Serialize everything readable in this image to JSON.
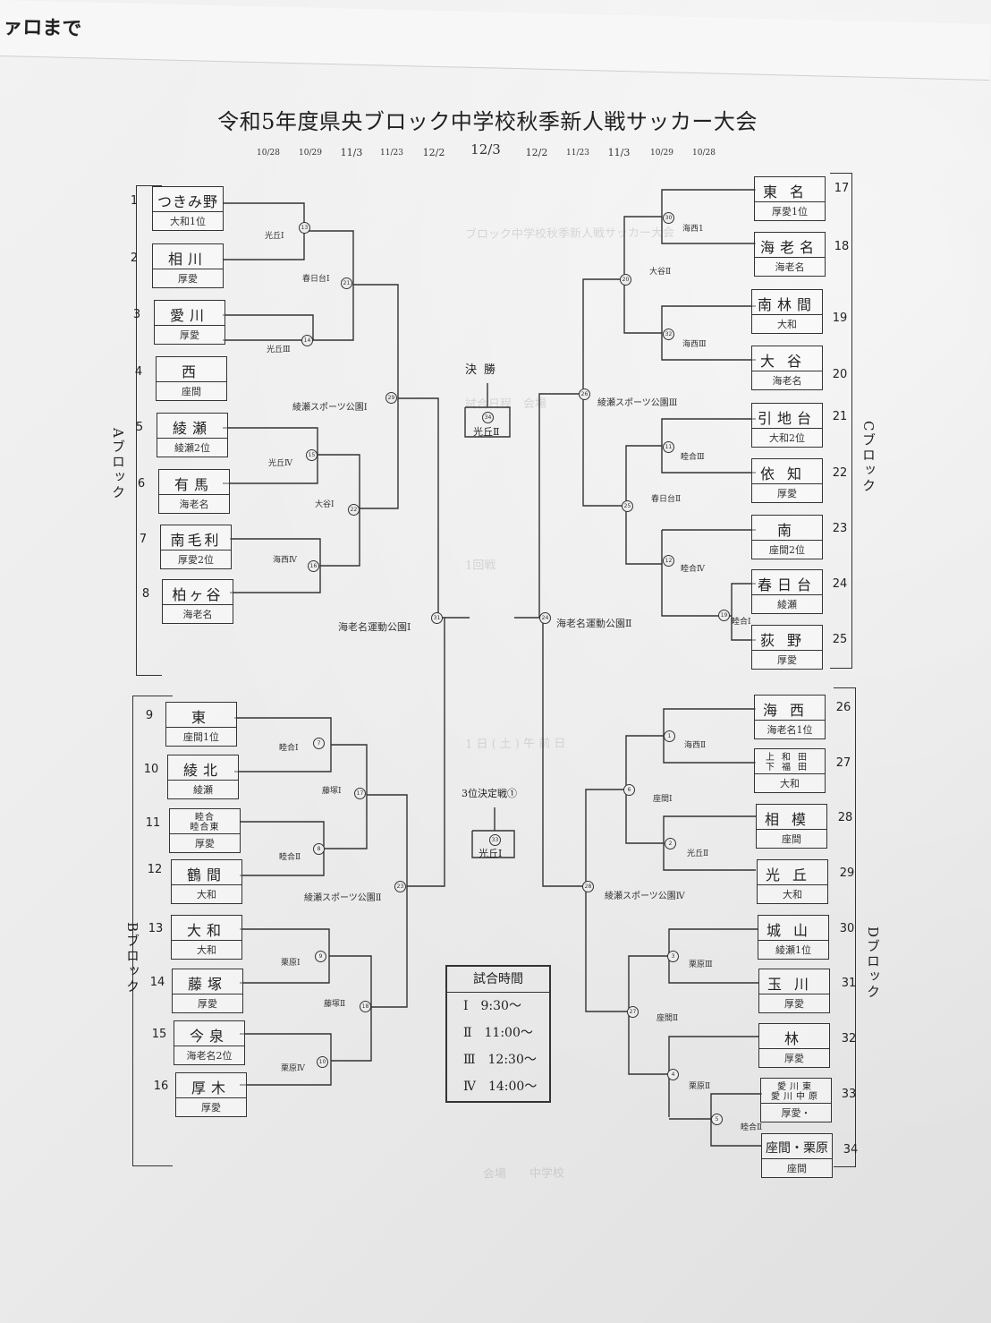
{
  "behind_sheet_text": "ァロまで",
  "title": "令和5年度県央ブロック中学校秋季新人戦サッカー大会",
  "dates": [
    "10/28",
    "10/29",
    "11/3",
    "11/23",
    "12/2",
    "12/3",
    "12/2",
    "11/23",
    "11/3",
    "10/29",
    "10/28"
  ],
  "blocks": {
    "A": "Aブロック",
    "B": "Bブロック",
    "C": "Cブロック",
    "D": "Dブロック"
  },
  "teams": [
    {
      "no": "1",
      "name": "つきみ野",
      "sub": "大和1位"
    },
    {
      "no": "2",
      "name": "相川",
      "sub": "厚愛"
    },
    {
      "no": "3",
      "name": "愛川",
      "sub": "厚愛"
    },
    {
      "no": "4",
      "name": "西",
      "sub": "座間"
    },
    {
      "no": "5",
      "name": "綾瀬",
      "sub": "綾瀬2位"
    },
    {
      "no": "6",
      "name": "有馬",
      "sub": "海老名"
    },
    {
      "no": "7",
      "name": "南毛利",
      "sub": "厚愛2位"
    },
    {
      "no": "8",
      "name": "柏ヶ谷",
      "sub": "海老名"
    },
    {
      "no": "9",
      "name": "東",
      "sub": "座間1位"
    },
    {
      "no": "10",
      "name": "綾北",
      "sub": "綾瀬"
    },
    {
      "no": "11",
      "name": "睦合\n睦合東",
      "sub": "厚愛"
    },
    {
      "no": "12",
      "name": "鶴間",
      "sub": "大和"
    },
    {
      "no": "13",
      "name": "大和",
      "sub": "大和"
    },
    {
      "no": "14",
      "name": "藤塚",
      "sub": "厚愛"
    },
    {
      "no": "15",
      "name": "今泉",
      "sub": "海老名2位"
    },
    {
      "no": "16",
      "name": "厚木",
      "sub": "厚愛"
    },
    {
      "no": "17",
      "name": "東名",
      "sub": "厚愛1位"
    },
    {
      "no": "18",
      "name": "海老名",
      "sub": "海老名"
    },
    {
      "no": "19",
      "name": "南林間",
      "sub": "大和"
    },
    {
      "no": "20",
      "name": "大谷",
      "sub": "海老名"
    },
    {
      "no": "21",
      "name": "引地台",
      "sub": "大和2位"
    },
    {
      "no": "22",
      "name": "依知",
      "sub": "厚愛"
    },
    {
      "no": "23",
      "name": "南",
      "sub": "座間2位"
    },
    {
      "no": "24",
      "name": "春日台",
      "sub": "綾瀬"
    },
    {
      "no": "25",
      "name": "荻野",
      "sub": "厚愛"
    },
    {
      "no": "26",
      "name": "海西",
      "sub": "海老名1位"
    },
    {
      "no": "27",
      "name": "上和田\n下福田",
      "sub": "大和"
    },
    {
      "no": "28",
      "name": "相模",
      "sub": "座間"
    },
    {
      "no": "29",
      "name": "光丘",
      "sub": "大和"
    },
    {
      "no": "30",
      "name": "城山",
      "sub": "綾瀬1位"
    },
    {
      "no": "31",
      "name": "玉川",
      "sub": "厚愛"
    },
    {
      "no": "32",
      "name": "林",
      "sub": "厚愛"
    },
    {
      "no": "33",
      "name": "愛川東\n愛川中原",
      "sub": "厚愛・"
    },
    {
      "no": "34",
      "name": "座間・栗原",
      "sub": "座間"
    }
  ],
  "venues": {
    "left": [
      "光丘Ⅰ",
      "光丘Ⅲ",
      "光丘Ⅳ",
      "海西Ⅳ",
      "春日台Ⅰ",
      "大谷Ⅰ",
      "綾瀬スポーツ公園Ⅰ",
      "海老名運動公園Ⅰ",
      "睦合Ⅰ",
      "睦合Ⅱ",
      "栗原Ⅰ",
      "栗原Ⅳ",
      "藤塚Ⅰ",
      "藤塚Ⅱ",
      "綾瀬スポーツ公園Ⅱ"
    ],
    "right": [
      "海西1",
      "海西Ⅲ",
      "睦合Ⅲ",
      "睦合Ⅳ",
      "睦合Ⅰ",
      "大谷Ⅱ",
      "春日台Ⅱ",
      "綾瀬スポーツ公園Ⅲ",
      "海老名運動公園Ⅱ",
      "海西Ⅱ",
      "光丘Ⅱ",
      "栗原Ⅲ",
      "栗原Ⅱ",
      "座間Ⅰ",
      "座間Ⅱ",
      "睦合Ⅱ",
      "綾瀬スポーツ公園Ⅳ"
    ]
  },
  "final": {
    "label": "決勝",
    "game": "34",
    "venue": "光丘Ⅱ"
  },
  "third_place": {
    "label": "3位決定戦①",
    "game": "33",
    "venue": "光丘Ⅰ"
  },
  "schedule": {
    "header": "試合時間",
    "rows": [
      "Ⅰ　9:30〜",
      "Ⅱ　11:00〜",
      "Ⅲ　12:30〜",
      "Ⅳ　14:00〜"
    ]
  },
  "game_numbers": [
    "13",
    "14",
    "15",
    "16",
    "21",
    "22",
    "29",
    "31",
    "7",
    "8",
    "9",
    "10",
    "17",
    "18",
    "23",
    "24",
    "30",
    "32",
    "11",
    "12",
    "19",
    "20",
    "25",
    "26",
    "1",
    "2",
    "3",
    "4",
    "5",
    "6",
    "27",
    "28"
  ]
}
